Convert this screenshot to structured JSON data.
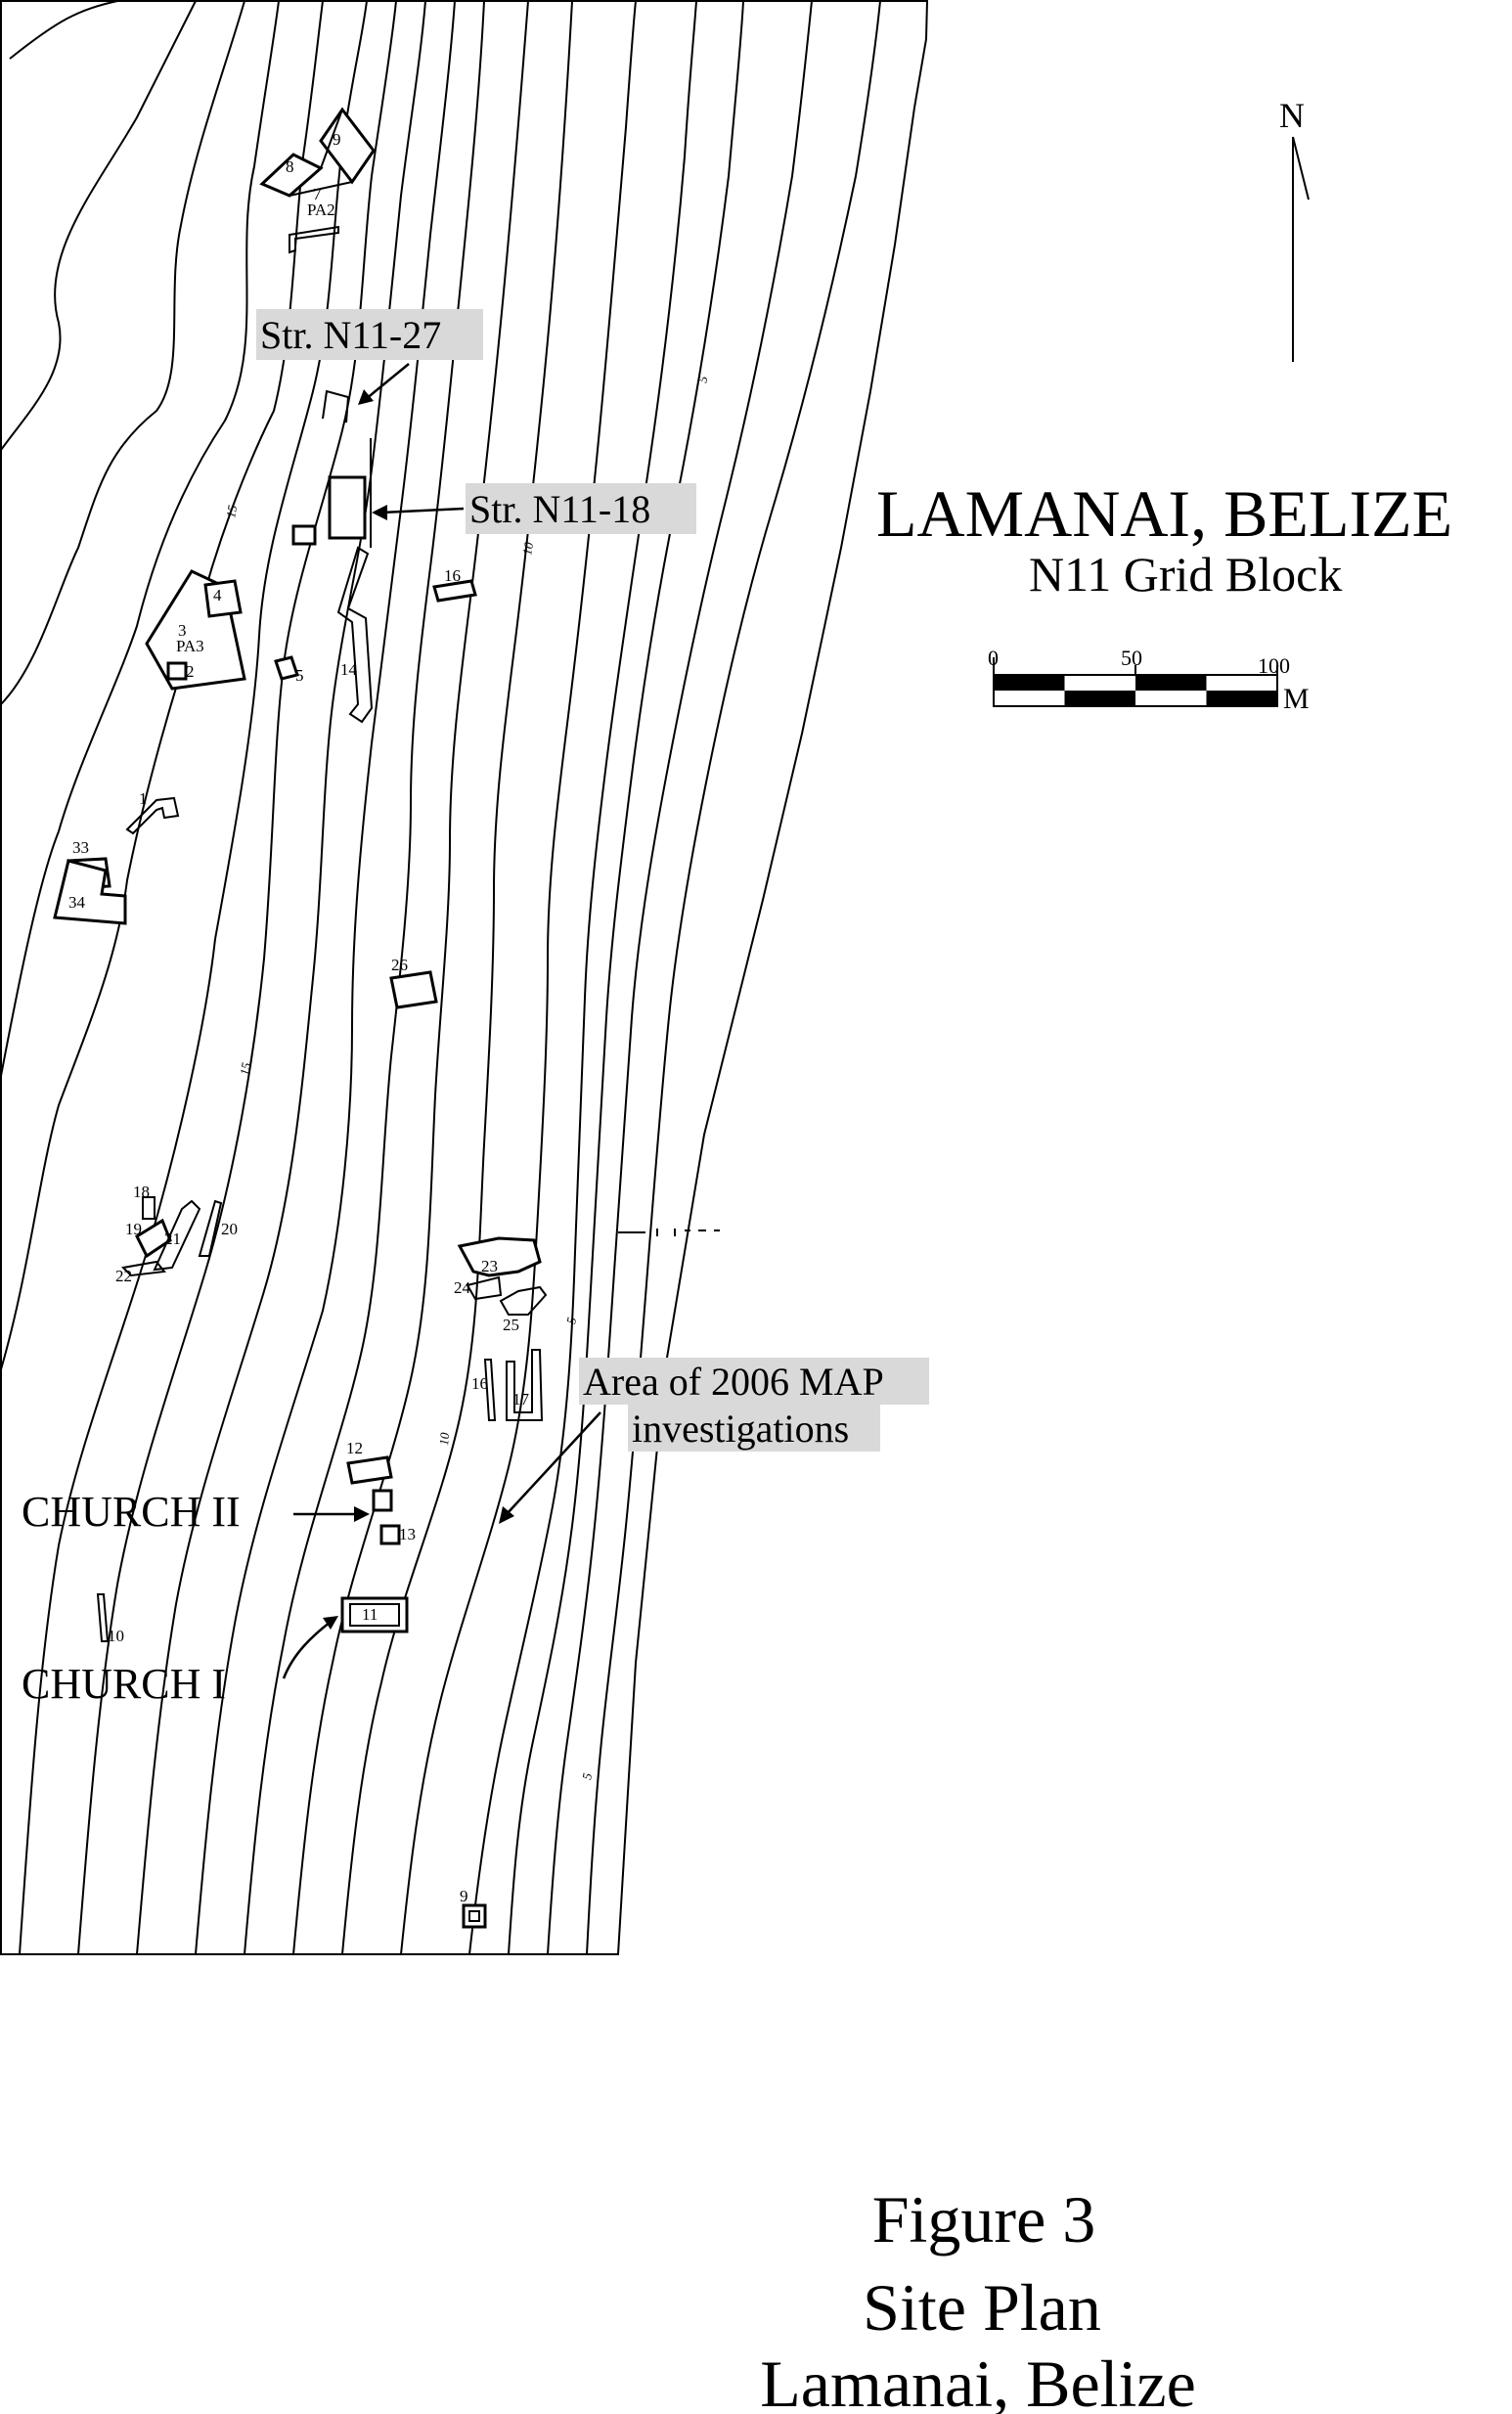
{
  "map": {
    "title": "LAMANAI, BELIZE",
    "subtitle": "N11 Grid Block",
    "north_label": "N",
    "scale": {
      "ticks": [
        "0",
        "50",
        "100"
      ],
      "unit": "M"
    },
    "callouts": {
      "str_n11_27": "Str. N11-27",
      "str_n11_18": "Str. N11-18",
      "area_line1": "Area of 2006 MAP",
      "area_line2": "investigations",
      "church_2": "CHURCH  II",
      "church_1": "CHURCH  I"
    },
    "structure_numbers": [
      "9",
      "8",
      "7",
      "PA2",
      "4",
      "3",
      "PA3",
      "2",
      "5",
      "14",
      "16",
      "1",
      "33",
      "34",
      "26",
      "18",
      "19",
      "21",
      "20",
      "22",
      "23",
      "24",
      "25",
      "16",
      "17",
      "12",
      "13",
      "11",
      "10",
      "9"
    ],
    "contour_numbers": [
      "15",
      "10",
      "5",
      "15",
      "10",
      "5",
      "5"
    ]
  },
  "figure": {
    "number": "Figure 3",
    "caption_line1": "Site Plan",
    "caption_line2": "Lamanai, Belize"
  }
}
